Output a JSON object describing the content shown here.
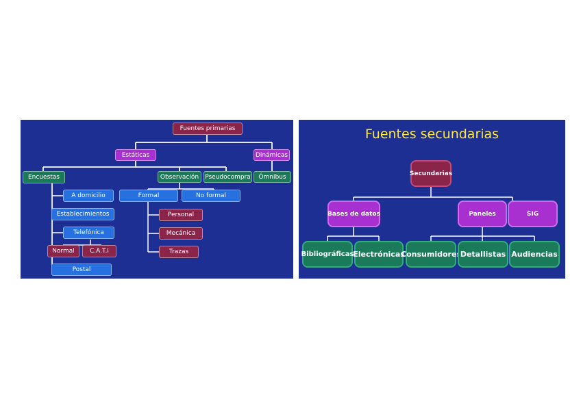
{
  "left_slide": {
    "root": "Fuentes primarias",
    "estaticas": "Estáticas",
    "dinamicas": "Dinámicas",
    "encuestas": "Encuestas",
    "observacion": "Observación",
    "pseudocompra": "Pseudocompra",
    "omnibus": "Ómnibus",
    "a_domicilio": "A domicilio",
    "establecimientos": "Establecimientos",
    "telefonica": "Telefónica",
    "normal": "Normal",
    "cati": "C.A.T.I",
    "postal": "Postal",
    "formal": "Formal",
    "no_formal": "No formal",
    "personal": "Personal",
    "mecanica": "Mecánica",
    "trazas": "Trazas"
  },
  "right_slide": {
    "title": "Fuentes secundarias",
    "root": "Secundarias",
    "bases_de_datos": "Bases de datos",
    "paneles": "Paneles",
    "sig": "SIG",
    "bibliograficas": "Bibliográficas",
    "electronicas": "Electrónicas",
    "consumidores": "Consumidores",
    "detallistas": "Detallistas",
    "audiencias": "Audiencias"
  },
  "colors": {
    "background": "#1e2f94",
    "maroon": "#8a2448",
    "purple": "#a830d0",
    "green": "#1b7a5a",
    "blue": "#2670e0",
    "title": "#ffe63a"
  }
}
